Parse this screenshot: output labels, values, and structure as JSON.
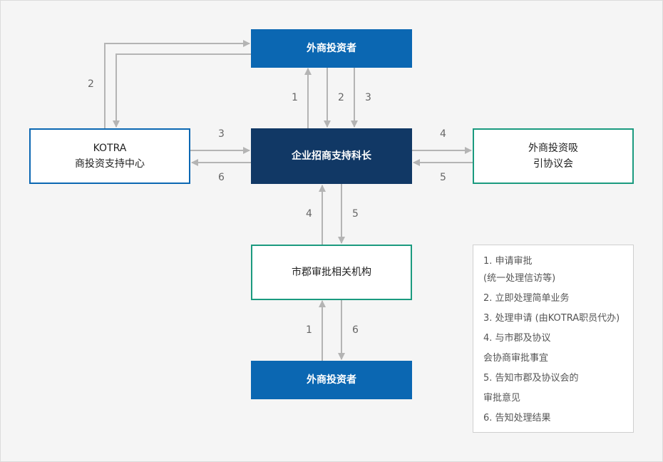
{
  "nodes": {
    "investor_top": "外商投资者",
    "kotra": [
      "KOTRA",
      "商投资支持中心"
    ],
    "center": "企业招商支持科长",
    "council": [
      "外商投资吸",
      "引协议会"
    ],
    "city": "市郡审批相关机构",
    "investor_bottom": "外商投资者"
  },
  "step_labels": {
    "kotra_loop": "2",
    "top_up": "1",
    "top_down_a": "2",
    "top_down_b": "3",
    "kotra_to_center": "3",
    "center_to_kotra": "6",
    "center_to_council": "4",
    "council_to_center": "5",
    "city_to_center": "4",
    "center_to_city": "5",
    "bottom_up": "1",
    "bottom_down": "6"
  },
  "legend": [
    "1. 申请审批",
    "(统一处理信访等)",
    "2. 立即处理简单业务",
    "3. 处理申请 (由KOTRA职员代办)",
    "4. 与市郡及协议",
    "会协商审批事宜",
    "5. 告知市郡及协议会的",
    "审批意见",
    "6. 告知处理结果"
  ],
  "colors": {
    "blue": "#0b67b2",
    "navy": "#113865",
    "green": "#1b9a7f",
    "arrow": "#b4b4b4"
  }
}
